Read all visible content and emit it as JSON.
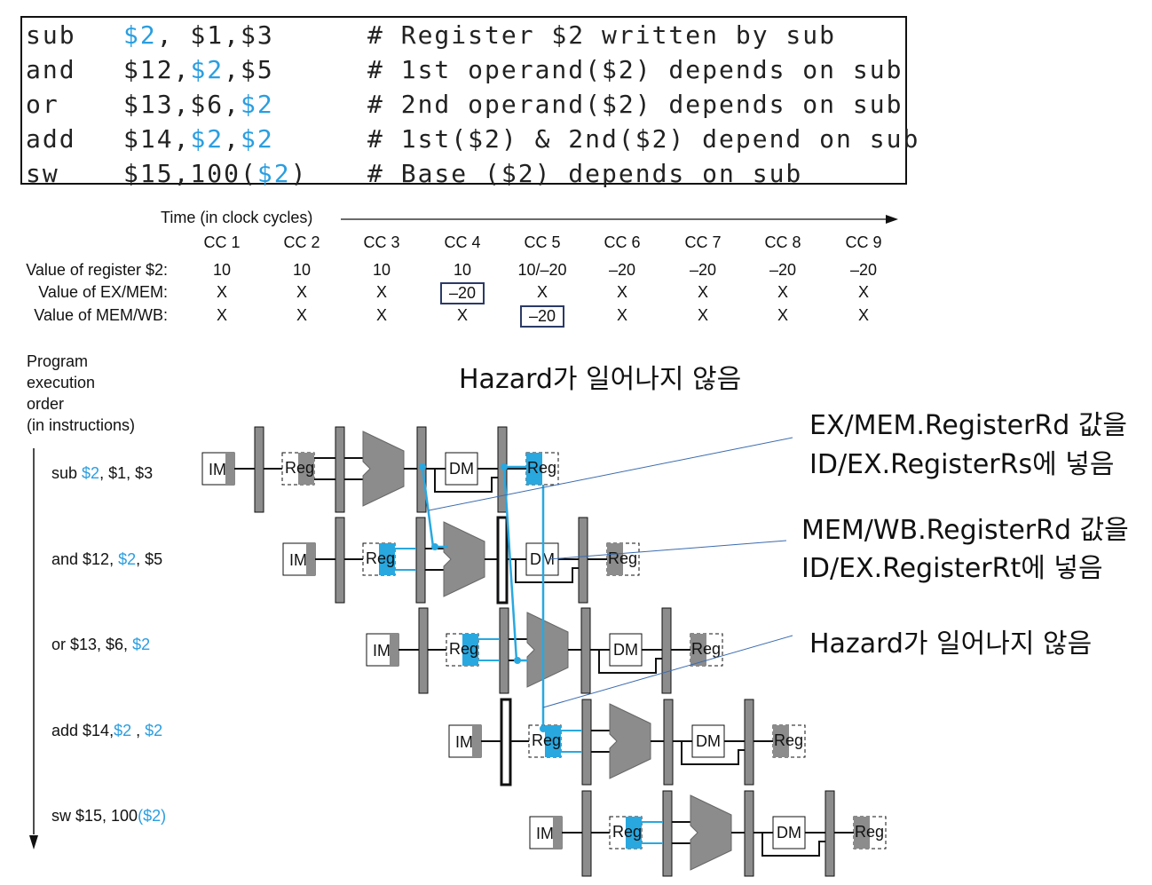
{
  "code": [
    {
      "op": "sub",
      "args": [
        {
          "t": "$2",
          "hl": true
        },
        {
          "t": ", $1,$3",
          "hl": false
        }
      ],
      "comment": "# Register $2 written by sub"
    },
    {
      "op": "and",
      "args": [
        {
          "t": "$12,",
          "hl": false
        },
        {
          "t": "$2",
          "hl": true
        },
        {
          "t": ",$5",
          "hl": false
        }
      ],
      "comment": "# 1st operand($2) depends on sub"
    },
    {
      "op": "or",
      "args": [
        {
          "t": "$13,$6,",
          "hl": false
        },
        {
          "t": "$2",
          "hl": true
        }
      ],
      "comment": "# 2nd operand($2) depends on sub"
    },
    {
      "op": "add",
      "args": [
        {
          "t": "$14,",
          "hl": false
        },
        {
          "t": "$2",
          "hl": true
        },
        {
          "t": ",",
          "hl": false
        },
        {
          "t": "$2",
          "hl": true
        }
      ],
      "comment": "# 1st($2) & 2nd($2) depend on sub"
    },
    {
      "op": "sw",
      "args": [
        {
          "t": "$15,100(",
          "hl": false
        },
        {
          "t": "$2",
          "hl": true
        },
        {
          "t": ")",
          "hl": false
        }
      ],
      "comment": "# Base ($2) depends on sub"
    }
  ],
  "timeline": {
    "title": "Time (in clock cycles)",
    "cycles": [
      "CC 1",
      "CC 2",
      "CC 3",
      "CC 4",
      "CC 5",
      "CC 6",
      "CC 7",
      "CC 8",
      "CC 9"
    ],
    "rows": [
      {
        "label": "Value of register $2:",
        "values": [
          "10",
          "10",
          "10",
          "10",
          "10/–20",
          "–20",
          "–20",
          "–20",
          "–20"
        ]
      },
      {
        "label": "Value of EX/MEM:",
        "values": [
          "X",
          "X",
          "X",
          "–20",
          "X",
          "X",
          "X",
          "X",
          "X"
        ],
        "boxed": 3
      },
      {
        "label": "Value of MEM/WB:",
        "values": [
          "X",
          "X",
          "X",
          "X",
          "–20",
          "X",
          "X",
          "X",
          "X"
        ],
        "boxed": 4
      }
    ]
  },
  "program_order": {
    "label_lines": [
      "Program",
      "execution",
      "order",
      "(in instructions)"
    ],
    "instructions": [
      [
        {
          "t": "sub ",
          "hl": false
        },
        {
          "t": "$2",
          "hl": true
        },
        {
          "t": ", $1, $3",
          "hl": false
        }
      ],
      [
        {
          "t": "and $12,  ",
          "hl": false
        },
        {
          "t": "$2",
          "hl": true
        },
        {
          "t": ", $5",
          "hl": false
        }
      ],
      [
        {
          "t": "or $13, $6, ",
          "hl": false
        },
        {
          "t": "$2",
          "hl": true
        }
      ],
      [
        {
          "t": "add $14,",
          "hl": false
        },
        {
          "t": "$2",
          "hl": true
        },
        {
          "t": " , ",
          "hl": false
        },
        {
          "t": "$2",
          "hl": true
        }
      ],
      [
        {
          "t": "sw $15, 100",
          "hl": false
        },
        {
          "t": "($2)",
          "hl": true
        }
      ]
    ]
  },
  "stage_labels": {
    "im": "IM",
    "reg": "Reg",
    "dm": "DM"
  },
  "annotations": [
    {
      "text": "Hazard가 일어나지 않음"
    },
    {
      "text": "EX/MEM.RegisterRd 값을"
    },
    {
      "text": "ID/EX.RegisterRs에 넣음"
    },
    {
      "text": "MEM/WB.RegisterRd 값을"
    },
    {
      "text": "ID/EX.RegisterRt에 넣음"
    },
    {
      "text": "Hazard가 일어나지 않음"
    }
  ],
  "colors": {
    "highlight": "#2a9ee0",
    "forward": "#29a8e0",
    "stage_gray": "#8c8c8c",
    "box_border": "#2b3a67",
    "callout_line": "#3a6bb0"
  }
}
